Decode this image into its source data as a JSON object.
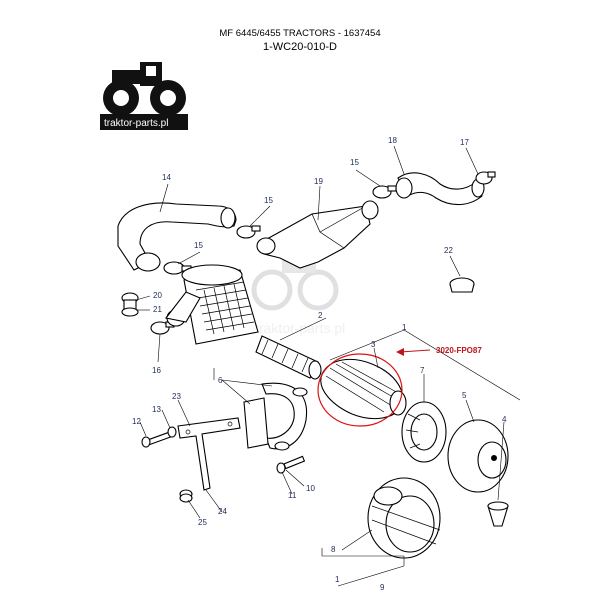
{
  "header": {
    "line1": "MF 6445/6455 TRACTORS - 1637454",
    "line2": "1-WC20-010-D"
  },
  "watermark": {
    "logo_text": "traktor-parts.pl",
    "overlay_text": "traktor-parts.pl"
  },
  "reference": {
    "code": "3020-FPO87",
    "color": "#c0141c"
  },
  "callout_color": "#1d2a5a",
  "callouts": {
    "c1a": "1",
    "c1b": "1",
    "c2": "2",
    "c3": "3",
    "c4": "4",
    "c5": "5",
    "c6": "6",
    "c7": "7",
    "c8": "8",
    "c9": "9",
    "c10": "10",
    "c11": "11",
    "c12": "12",
    "c13": "13",
    "c14": "14",
    "c15a": "15",
    "c15b": "15",
    "c15c": "15",
    "c16": "16",
    "c17": "17",
    "c18": "18",
    "c19": "19",
    "c20": "20",
    "c21": "21",
    "c22": "22",
    "c23": "23",
    "c24": "24",
    "c25": "25"
  }
}
